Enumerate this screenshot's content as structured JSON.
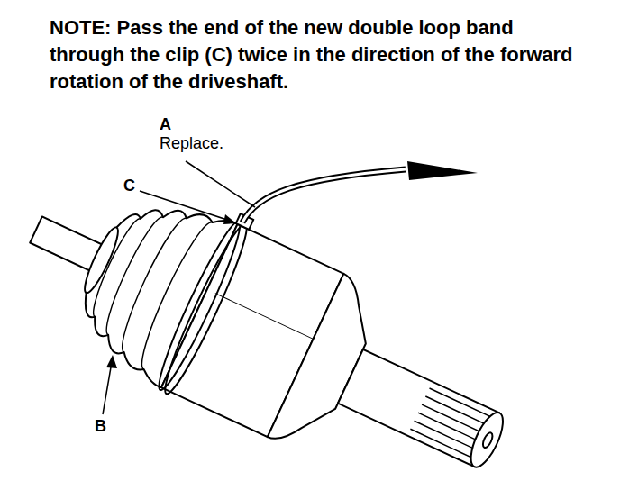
{
  "diagram": {
    "labels": [
      "NOTE: Pass the end of the new double loop band through the clip (C) twice in the direction of the forward rotation of the driveshaft.",
      "A",
      "Replace.",
      "C",
      "B"
    ]
  }
}
